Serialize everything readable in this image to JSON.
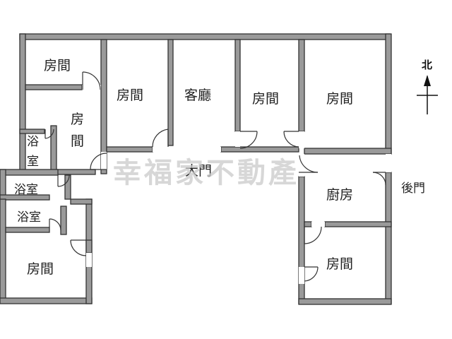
{
  "rooms": {
    "room_top_left": "房間",
    "room_left_middle_1": "房",
    "room_left_middle_2": "間",
    "bath_left_1": "浴",
    "bath_left_2": "室",
    "room_top_2": "房間",
    "living_room": "客廳",
    "room_top_4": "房間",
    "room_top_right": "房間",
    "hall_partial": "大門",
    "bath_middle": "浴室",
    "bath_lower": "浴室",
    "room_bottom_left": "房間",
    "kitchen": "廚房",
    "back_door": "後門",
    "room_bottom_right": "房間"
  },
  "compass": {
    "label": "北"
  },
  "watermark": {
    "text": "幸福家不動產"
  },
  "colors": {
    "wall": "#9a9a9a",
    "outline": "#333333",
    "watermark": "#c9c9c9"
  }
}
